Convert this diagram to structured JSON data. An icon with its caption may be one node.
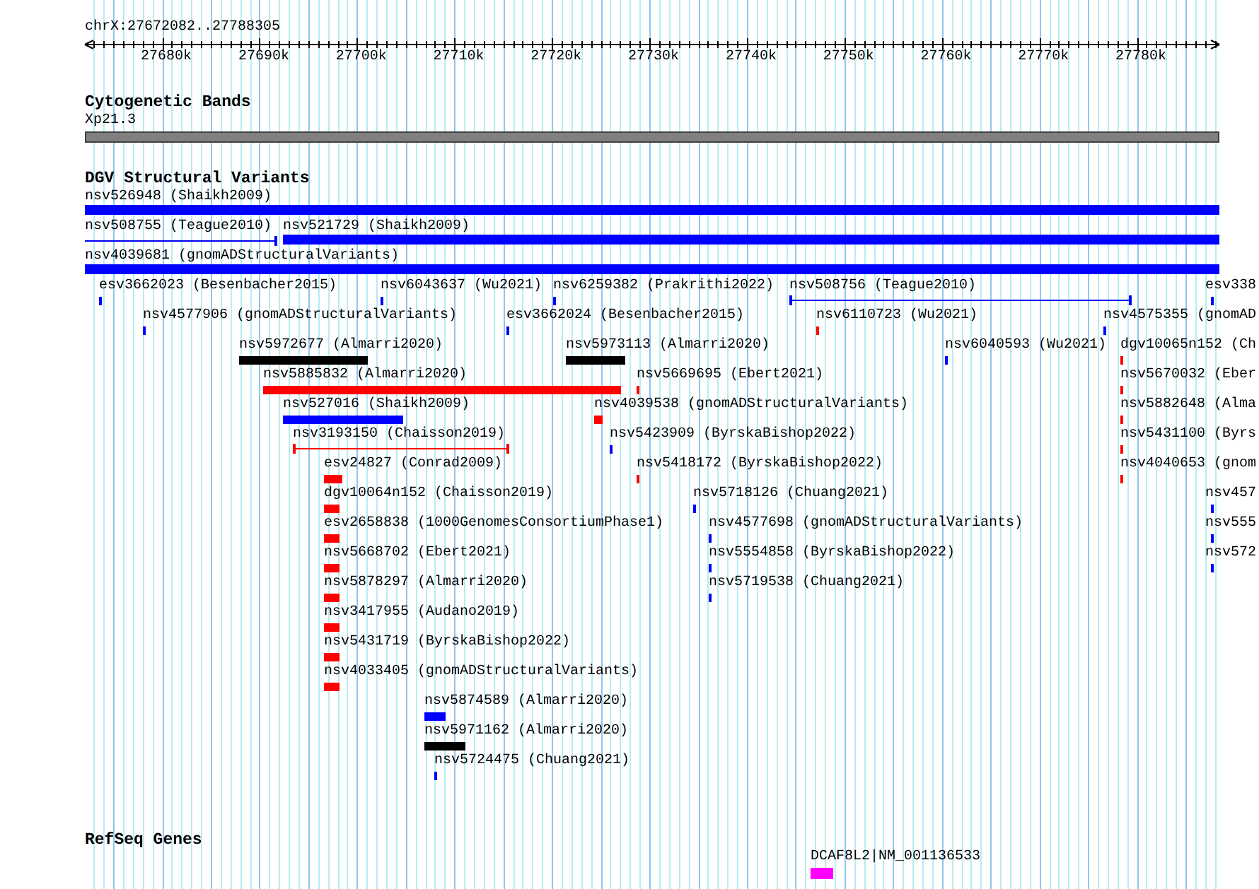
{
  "diagram": {
    "title": "chrX:27672082..27788305",
    "nodes": [
      {
        "text": [
          "Xp21.3"
        ]
      },
      {
        "text": [
          "nsv526948 (Shaikh2009)"
        ]
      },
      {
        "text": [
          "nsv508755 (Teague2010)"
        ]
      },
      {
        "text": [
          "nsv521729 (Shaikh2009)"
        ]
      },
      {
        "text": [
          "nsv4039681 (gnomADStructuralVariants)"
        ]
      },
      {
        "text": [
          "esv3662023 (Besenbacher2015)"
        ]
      },
      {
        "text": [
          "nsv6043637 (Wu2021)"
        ]
      },
      {
        "text": [
          "nsv6259382 (Prakrithi2022)"
        ]
      },
      {
        "text": [
          "nsv508756 (Teague2010)"
        ]
      },
      {
        "text": [
          "esv338"
        ]
      },
      {
        "text": [
          "nsv4577906 (gnomADStructuralVariants)"
        ]
      },
      {
        "text": [
          "esv3662024 (Besenbacher2015)"
        ]
      },
      {
        "text": [
          "nsv6110723 (Wu2021)"
        ]
      },
      {
        "text": [
          "nsv4575355 (gnomAD"
        ]
      },
      {
        "text": [
          "nsv5972677 (Almarri2020)"
        ]
      },
      {
        "text": [
          "nsv5973113 (Almarri2020)"
        ]
      },
      {
        "text": [
          "nsv6040593 (Wu2021)"
        ]
      },
      {
        "text": [
          "dgv10065n152 (Ch"
        ]
      },
      {
        "text": [
          "nsv5885832 (Almarri2020)"
        ]
      },
      {
        "text": [
          "nsv5669695 (Ebert2021)"
        ]
      },
      {
        "text": [
          "nsv5670032 (Eber"
        ]
      },
      {
        "text": [
          "nsv527016 (Shaikh2009)"
        ]
      },
      {
        "text": [
          "nsv4039538 (gnomADStructuralVariants)"
        ]
      },
      {
        "text": [
          "nsv5882648 (Alma"
        ]
      },
      {
        "text": [
          "nsv3193150 (Chaisson2019)"
        ]
      },
      {
        "text": [
          "nsv5423909 (ByrskaBishop2022)"
        ]
      },
      {
        "text": [
          "nsv5431100 (Byrs"
        ]
      },
      {
        "text": [
          "esv24827 (Conrad2009)"
        ]
      },
      {
        "text": [
          "nsv5418172 (ByrskaBishop2022)"
        ]
      },
      {
        "text": [
          "nsv4040653 (gnom"
        ]
      },
      {
        "text": [
          "dgv10064n152 (Chaisson2019)"
        ]
      },
      {
        "text": [
          "nsv5718126 (Chuang2021)"
        ]
      },
      {
        "text": [
          "nsv457"
        ]
      },
      {
        "text": [
          "esv2658838 (1000GenomesConsortiumPhase1)"
        ]
      },
      {
        "text": [
          "nsv4577698 (gnomADStructuralVariants)"
        ]
      },
      {
        "text": [
          "nsv555"
        ]
      },
      {
        "text": [
          "nsv5668702 (Ebert2021)"
        ]
      },
      {
        "text": [
          "nsv5554858 (ByrskaBishop2022)"
        ]
      },
      {
        "text": [
          "nsv572"
        ]
      },
      {
        "text": [
          "nsv5878297 (Almarri2020)"
        ]
      },
      {
        "text": [
          "nsv5719538 (Chuang2021)"
        ]
      },
      {
        "text": [
          "nsv3417955 (Audano2019)"
        ]
      },
      {
        "text": [
          "nsv5431719 (ByrskaBishop2022)"
        ]
      },
      {
        "text": [
          "nsv4033405 (gnomADStructuralVariants)"
        ]
      },
      {
        "text": [
          "nsv5874589 (Almarri2020)"
        ]
      },
      {
        "text": [
          "nsv5971162 (Almarri2020)"
        ]
      },
      {
        "text": [
          "nsv5724475 (Chuang2021)"
        ]
      },
      {
        "text": [
          "DCAF8L2|NM_001136533"
        ]
      }
    ],
    "labels": [
      "27680k",
      "27690k",
      "27700k",
      "27710k",
      "27720k",
      "27730k",
      "27740k",
      "27750k",
      "27760k",
      "27770k",
      "27780k",
      "Cytogenetic Bands",
      "DGV Structural Variants",
      "RefSeq Genes"
    ]
  }
}
